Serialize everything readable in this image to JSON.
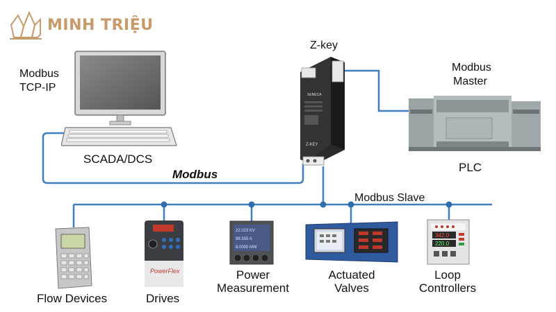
{
  "brand": {
    "name": "MINH TRIỆU",
    "logo_icon": "crystal-logo-icon",
    "color": "#c79a6a"
  },
  "colors": {
    "bus_line": "#3f7fbf",
    "node": "#2f6faf"
  },
  "top": {
    "scada_label_line1": "Modbus",
    "scada_label_line2": "TCP-IP",
    "scada_caption": "SCADA/DCS",
    "zkey_label": "Z-key",
    "master_label_line1": "Modbus",
    "master_label_line2": "Master",
    "plc_caption": "PLC",
    "modbus_link_label": "Modbus",
    "slave_bus_label": "Modbus Slave"
  },
  "zkey_device": {
    "brand_text": "SENECA",
    "model_text": "Z-KEY"
  },
  "devices": [
    {
      "id": "flow",
      "line1": "Flow Devices",
      "line2": ""
    },
    {
      "id": "drives",
      "line1": "Drives",
      "line2": "",
      "brand_text": "PowerFlex"
    },
    {
      "id": "power",
      "line1": "Power",
      "line2": "Measurement",
      "readouts": [
        "22.023 KV",
        "98.555 A",
        "8.0000 MW"
      ]
    },
    {
      "id": "valves",
      "line1": "Actuated",
      "line2": "Valves"
    },
    {
      "id": "loop",
      "line1": "Loop",
      "line2": "Controllers",
      "readouts": [
        "342.0",
        "220.0"
      ]
    }
  ]
}
